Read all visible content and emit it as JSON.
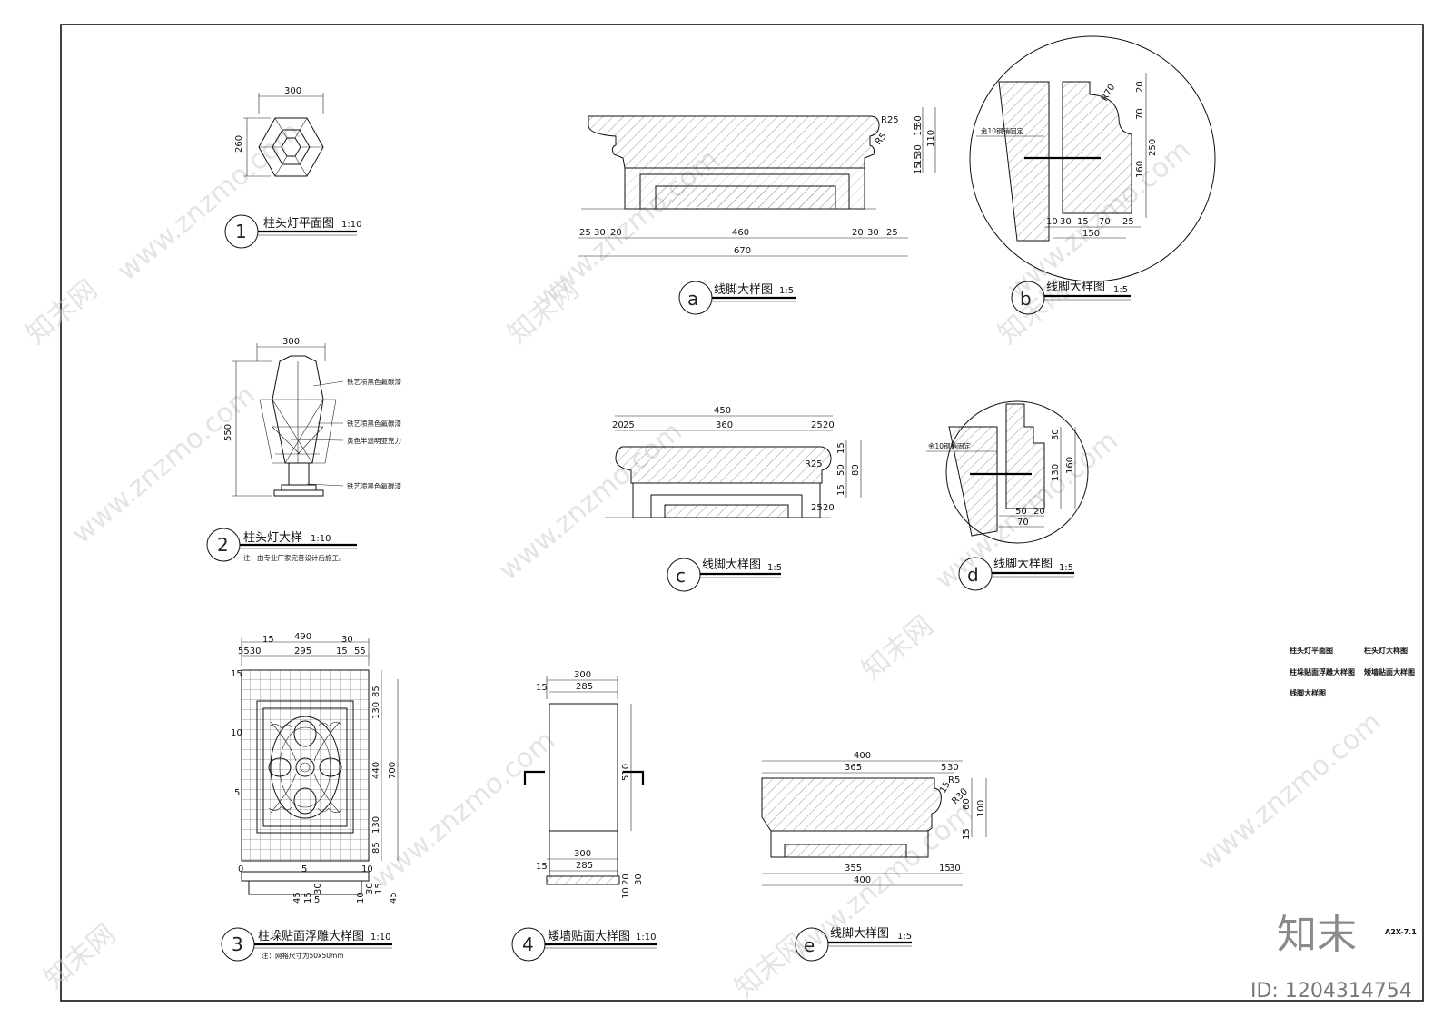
{
  "details": {
    "d1": {
      "marker": "1",
      "title": "柱头灯平面图",
      "scale": "1:10",
      "dims": [
        "300",
        "260"
      ]
    },
    "d2": {
      "marker": "2",
      "title": "柱头灯大样",
      "scale": "1:10",
      "note": "注：由专业厂家完善设计后施工。",
      "dims": [
        "300",
        "550"
      ],
      "callouts": [
        "铁艺喷黑色氟碳漆",
        "铁艺喷黑色氟碳漆",
        "黄色半透明亚克力",
        "铁艺喷黑色氟碳漆"
      ]
    },
    "d3": {
      "marker": "3",
      "title": "柱垛贴面浮雕大样图",
      "scale": "1:10",
      "note": "注：网格尺寸为50x50mm",
      "top": [
        "490",
        "15",
        "30",
        "5530",
        "295",
        "15",
        "55"
      ],
      "right": [
        "85",
        "130",
        "440",
        "700",
        "130",
        "85"
      ],
      "left": [
        "15",
        "10",
        "5"
      ],
      "bottom": [
        "0",
        "5",
        "10"
      ],
      "base": [
        "45",
        "15",
        "30",
        "15",
        "45",
        "30",
        "5",
        "10"
      ]
    },
    "d4": {
      "marker": "4",
      "title": "矮墙贴面大样图",
      "scale": "1:10",
      "dims": [
        "300",
        "285",
        "15",
        "510",
        "300",
        "285",
        "15",
        "20",
        "30",
        "10"
      ]
    },
    "da": {
      "marker": "a",
      "title": "线脚大样图",
      "scale": "1:5",
      "dims": [
        "R25",
        "50",
        "15",
        "110",
        "30",
        "15",
        "R5",
        "15",
        "25",
        "30",
        "20",
        "460",
        "20",
        "30",
        "25",
        "670"
      ]
    },
    "db": {
      "marker": "b",
      "title": "线脚大样图",
      "scale": "1:5",
      "callout": "金10钢销固定",
      "dims": [
        "R70",
        "20",
        "70",
        "250",
        "160",
        "10",
        "30",
        "15",
        "70",
        "25",
        "150"
      ]
    },
    "dc": {
      "marker": "c",
      "title": "线脚大样图",
      "scale": "1:5",
      "dims": [
        "450",
        "20",
        "25",
        "360",
        "25",
        "20",
        "R25",
        "15",
        "50",
        "80",
        "15",
        "25",
        "20"
      ]
    },
    "dd": {
      "marker": "d",
      "title": "线脚大样图",
      "scale": "1:5",
      "callout": "金10钢销固定",
      "dims": [
        "30",
        "160",
        "130",
        "50",
        "20",
        "70"
      ]
    },
    "de": {
      "marker": "e",
      "title": "线脚大样图",
      "scale": "1:5",
      "dims": [
        "400",
        "365",
        "5",
        "30",
        "R5",
        "15",
        "R30",
        "60",
        "15",
        "100",
        "355",
        "15",
        "30",
        "400"
      ]
    }
  },
  "legend": [
    "柱头灯平面图",
    "柱头灯大样图",
    "柱垛贴面浮雕大样图",
    "矮墙贴面大样图",
    "线脚大样图"
  ],
  "sheet_no": "A2X-7.1",
  "watermark": "www.znzmo.com",
  "watermark_brand": "知末网",
  "brand": "知末",
  "id_label": "ID: 1204314754"
}
